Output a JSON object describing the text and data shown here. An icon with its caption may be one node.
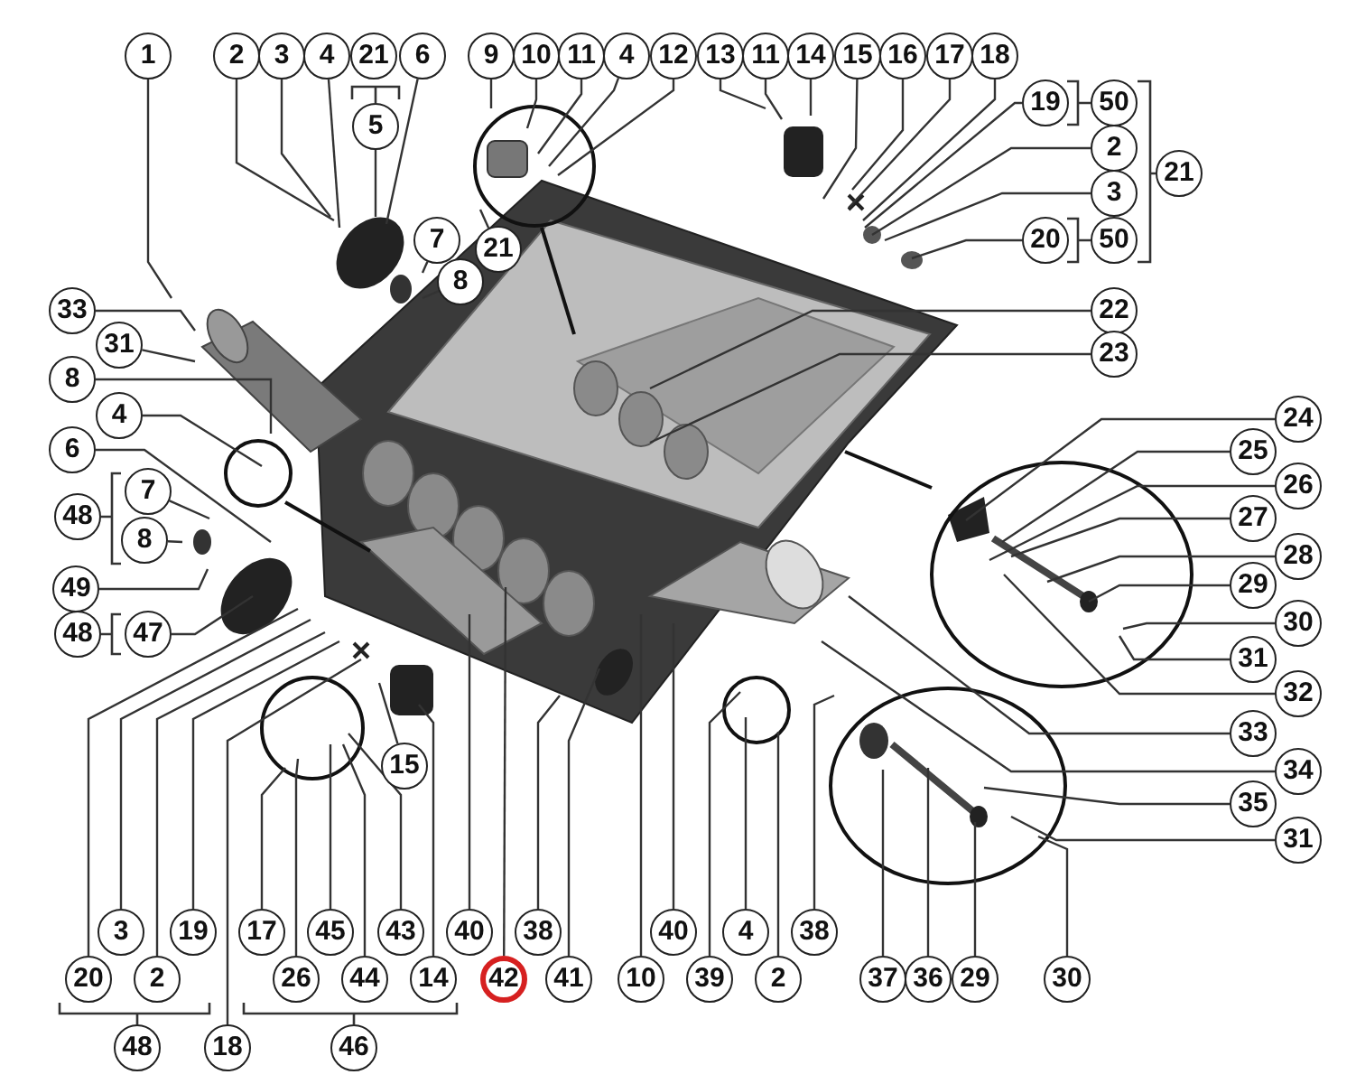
{
  "diagram": {
    "nodes": [
      {
        "text": [
          "1"
        ]
      },
      {
        "text": [
          "2"
        ]
      },
      {
        "text": [
          "3"
        ]
      },
      {
        "text": [
          "4"
        ]
      },
      {
        "text": [
          "21"
        ]
      },
      {
        "text": [
          "6"
        ]
      },
      {
        "text": [
          "9"
        ]
      },
      {
        "text": [
          "10"
        ]
      },
      {
        "text": [
          "11"
        ]
      },
      {
        "text": [
          "4"
        ]
      },
      {
        "text": [
          "12"
        ]
      },
      {
        "text": [
          "13"
        ]
      },
      {
        "text": [
          "11"
        ]
      },
      {
        "text": [
          "14"
        ]
      },
      {
        "text": [
          "15"
        ]
      },
      {
        "text": [
          "16"
        ]
      },
      {
        "text": [
          "17"
        ]
      },
      {
        "text": [
          "18"
        ]
      },
      {
        "text": [
          "19"
        ]
      },
      {
        "text": [
          "50"
        ]
      },
      {
        "text": [
          "5"
        ]
      },
      {
        "text": [
          "2"
        ]
      },
      {
        "text": [
          "21"
        ]
      },
      {
        "text": [
          "3"
        ]
      },
      {
        "text": [
          "20"
        ]
      },
      {
        "text": [
          "50"
        ]
      },
      {
        "text": [
          "7"
        ]
      },
      {
        "text": [
          "21"
        ]
      },
      {
        "text": [
          "8"
        ]
      },
      {
        "text": [
          "33"
        ]
      },
      {
        "text": [
          "22"
        ]
      },
      {
        "text": [
          "31"
        ]
      },
      {
        "text": [
          "23"
        ]
      },
      {
        "text": [
          "8"
        ]
      },
      {
        "text": [
          "4"
        ]
      },
      {
        "text": [
          "24"
        ]
      },
      {
        "text": [
          "6"
        ]
      },
      {
        "text": [
          "25"
        ]
      },
      {
        "text": [
          "26"
        ]
      },
      {
        "text": [
          "7"
        ]
      },
      {
        "text": [
          "48"
        ]
      },
      {
        "text": [
          "27"
        ]
      },
      {
        "text": [
          "8"
        ]
      },
      {
        "text": [
          "28"
        ]
      },
      {
        "text": [
          "29"
        ]
      },
      {
        "text": [
          "49"
        ]
      },
      {
        "text": [
          "30"
        ]
      },
      {
        "text": [
          "48"
        ]
      },
      {
        "text": [
          "47"
        ]
      },
      {
        "text": [
          "31"
        ]
      },
      {
        "text": [
          "32"
        ]
      },
      {
        "text": [
          "33"
        ]
      },
      {
        "text": [
          "15"
        ]
      },
      {
        "text": [
          "34"
        ]
      },
      {
        "text": [
          "35"
        ]
      },
      {
        "text": [
          "31"
        ]
      },
      {
        "text": [
          "3"
        ]
      },
      {
        "text": [
          "19"
        ]
      },
      {
        "text": [
          "17"
        ]
      },
      {
        "text": [
          "45"
        ]
      },
      {
        "text": [
          "43"
        ]
      },
      {
        "text": [
          "40"
        ]
      },
      {
        "text": [
          "38"
        ]
      },
      {
        "text": [
          "40"
        ]
      },
      {
        "text": [
          "4"
        ]
      },
      {
        "text": [
          "38"
        ]
      },
      {
        "text": [
          "20"
        ]
      },
      {
        "text": [
          "2"
        ]
      },
      {
        "text": [
          "26"
        ]
      },
      {
        "text": [
          "44"
        ]
      },
      {
        "text": [
          "14"
        ]
      },
      {
        "text": [
          "42"
        ]
      },
      {
        "text": [
          "41"
        ]
      },
      {
        "text": [
          "10"
        ]
      },
      {
        "text": [
          "39"
        ]
      },
      {
        "text": [
          "2"
        ]
      },
      {
        "text": [
          "37"
        ]
      },
      {
        "text": [
          "36"
        ]
      },
      {
        "text": [
          "29"
        ]
      },
      {
        "text": [
          "30"
        ]
      },
      {
        "text": [
          "48"
        ]
      },
      {
        "text": [
          "18"
        ]
      },
      {
        "text": [
          "46"
        ]
      }
    ],
    "edges": [
      {
        "from": 0,
        "to": null,
        "arrow": "none"
      },
      {
        "from": 1,
        "to": null,
        "arrow": "none"
      },
      {
        "from": 2,
        "to": null,
        "arrow": "none"
      },
      {
        "from": 3,
        "to": null,
        "arrow": "none"
      },
      {
        "from": 5,
        "to": null,
        "arrow": "none"
      },
      {
        "from": 6,
        "to": null,
        "arrow": "none"
      },
      {
        "from": 7,
        "to": null,
        "arrow": "none"
      },
      {
        "from": 8,
        "to": null,
        "arrow": "none"
      },
      {
        "from": 9,
        "to": null,
        "arrow": "none"
      },
      {
        "from": 10,
        "to": null,
        "arrow": "none"
      },
      {
        "from": 11,
        "to": null,
        "arrow": "none"
      },
      {
        "from": 12,
        "to": null,
        "arrow": "none"
      },
      {
        "from": 13,
        "to": null,
        "arrow": "none"
      },
      {
        "from": 14,
        "to": null,
        "arrow": "none"
      },
      {
        "from": 15,
        "to": null,
        "arrow": "none"
      },
      {
        "from": 16,
        "to": null,
        "arrow": "none"
      },
      {
        "from": 17,
        "to": null,
        "arrow": "none"
      },
      {
        "from": 18,
        "to": null,
        "arrow": "none"
      },
      {
        "from": 20,
        "to": null,
        "arrow": "none"
      },
      {
        "from": 21,
        "to": null,
        "arrow": "none"
      },
      {
        "from": 23,
        "to": null,
        "arrow": "none"
      },
      {
        "from": 24,
        "to": null,
        "arrow": "none"
      },
      {
        "from": 26,
        "to": null,
        "arrow": "none"
      },
      {
        "from": 27,
        "to": null,
        "arrow": "none"
      },
      {
        "from": 28,
        "to": null,
        "arrow": "none"
      },
      {
        "from": 29,
        "to": null,
        "arrow": "none"
      },
      {
        "from": 30,
        "to": null,
        "arrow": "none"
      },
      {
        "from": 31,
        "to": null,
        "arrow": "none"
      },
      {
        "from": 32,
        "to": null,
        "arrow": "none"
      },
      {
        "from": 33,
        "to": null,
        "arrow": "none"
      },
      {
        "from": 34,
        "to": null,
        "arrow": "none"
      },
      {
        "from": 35,
        "to": null,
        "arrow": "none"
      },
      {
        "from": 36,
        "to": null,
        "arrow": "none"
      },
      {
        "from": 37,
        "to": null,
        "arrow": "none"
      },
      {
        "from": 38,
        "to": null,
        "arrow": "none"
      },
      {
        "from": 39,
        "to": null,
        "arrow": "none"
      },
      {
        "from": 41,
        "to": null,
        "arrow": "none"
      },
      {
        "from": 42,
        "to": null,
        "arrow": "none"
      },
      {
        "from": 43,
        "to": null,
        "arrow": "none"
      },
      {
        "from": 44,
        "to": null,
        "arrow": "none"
      },
      {
        "from": 45,
        "to": null,
        "arrow": "none"
      },
      {
        "from": 46,
        "to": null,
        "arrow": "none"
      },
      {
        "from": 48,
        "to": null,
        "arrow": "none"
      },
      {
        "from": 49,
        "to": null,
        "arrow": "none"
      },
      {
        "from": 50,
        "to": null,
        "arrow": "none"
      },
      {
        "from": 51,
        "to": null,
        "arrow": "none"
      },
      {
        "from": 52,
        "to": null,
        "arrow": "none"
      },
      {
        "from": 53,
        "to": null,
        "arrow": "none"
      },
      {
        "from": 54,
        "to": null,
        "arrow": "none"
      },
      {
        "from": 55,
        "to": null,
        "arrow": "none"
      },
      {
        "from": 56,
        "to": null,
        "arrow": "none"
      },
      {
        "from": 57,
        "to": null,
        "arrow": "none"
      },
      {
        "from": 58,
        "to": null,
        "arrow": "none"
      },
      {
        "from": 59,
        "to": null,
        "arrow": "none"
      },
      {
        "from": 60,
        "to": null,
        "arrow": "none"
      },
      {
        "from": 61,
        "to": null,
        "arrow": "none"
      },
      {
        "from": 62,
        "to": null,
        "arrow": "none"
      },
      {
        "from": 63,
        "to": null,
        "arrow": "none"
      },
      {
        "from": 64,
        "to": null,
        "arrow": "none"
      },
      {
        "from": 65,
        "to": null,
        "arrow": "none"
      },
      {
        "from": 66,
        "to": null,
        "arrow": "none"
      },
      {
        "from": 67,
        "to": null,
        "arrow": "none"
      },
      {
        "from": 68,
        "to": null,
        "arrow": "none"
      },
      {
        "from": 69,
        "to": null,
        "arrow": "none"
      },
      {
        "from": 70,
        "to": null,
        "arrow": "none"
      },
      {
        "from": 71,
        "to": null,
        "arrow": "none"
      },
      {
        "from": 72,
        "to": null,
        "arrow": "none"
      },
      {
        "from": 73,
        "to": null,
        "arrow": "none"
      },
      {
        "from": 74,
        "to": null,
        "arrow": "none"
      },
      {
        "from": 75,
        "to": null,
        "arrow": "none"
      },
      {
        "from": 76,
        "to": null,
        "arrow": "none"
      },
      {
        "from": 77,
        "to": null,
        "arrow": "none"
      },
      {
        "from": 78,
        "to": null,
        "arrow": "none"
      },
      {
        "from": 79,
        "to": null,
        "arrow": "none"
      },
      {
        "from": 81,
        "to": null,
        "arrow": "none"
      }
    ]
  }
}
